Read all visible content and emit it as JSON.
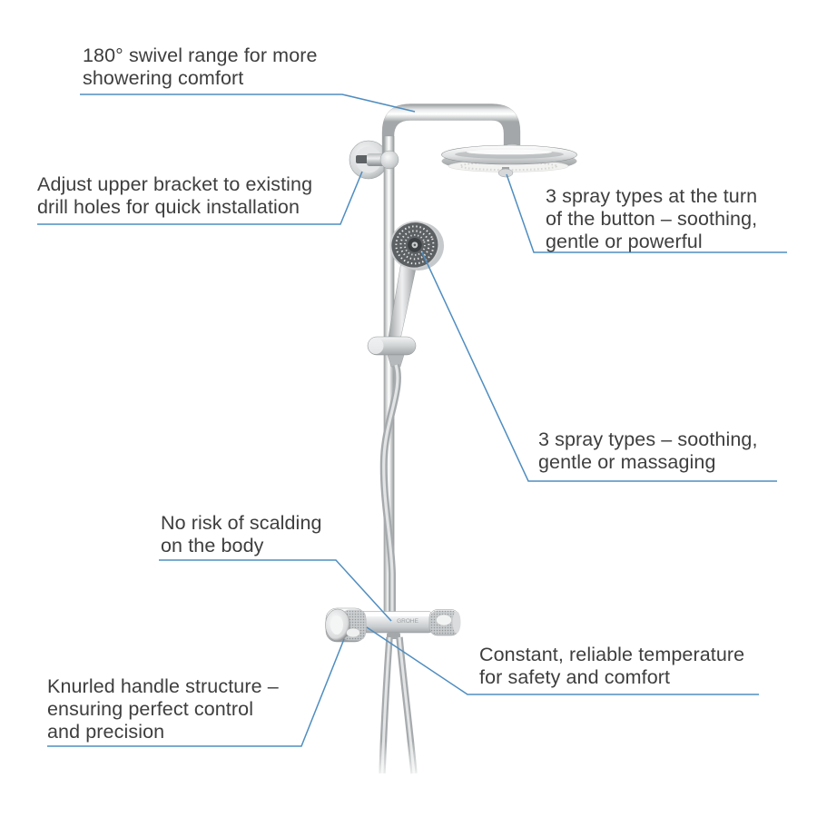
{
  "product": {
    "brand": "GROHE",
    "type": "thermostatic shower system diagram"
  },
  "colors": {
    "background": "#ffffff",
    "callout_line": "#4e8dc0",
    "annotation_text": "#3e3e3e"
  },
  "annotations": [
    {
      "id": "swivel-range",
      "lines": [
        "180° swivel range for more",
        "showering comfort"
      ]
    },
    {
      "id": "upper-bracket",
      "lines": [
        "Adjust upper bracket to existing",
        "drill holes for quick installation"
      ]
    },
    {
      "id": "head-spray-types",
      "lines": [
        "3 spray types at the turn",
        "of the button – soothing,",
        "gentle or powerful"
      ]
    },
    {
      "id": "hand-spray-types",
      "lines": [
        "3 spray types – soothing,",
        "gentle or massaging"
      ]
    },
    {
      "id": "no-scalding",
      "lines": [
        "No risk of scalding",
        "on the body"
      ]
    },
    {
      "id": "constant-temperature",
      "lines": [
        "Constant, reliable temperature",
        "for safety and comfort"
      ]
    },
    {
      "id": "knurled-handle",
      "lines": [
        "Knurled handle structure –",
        "ensuring perfect control",
        "and precision"
      ]
    }
  ]
}
